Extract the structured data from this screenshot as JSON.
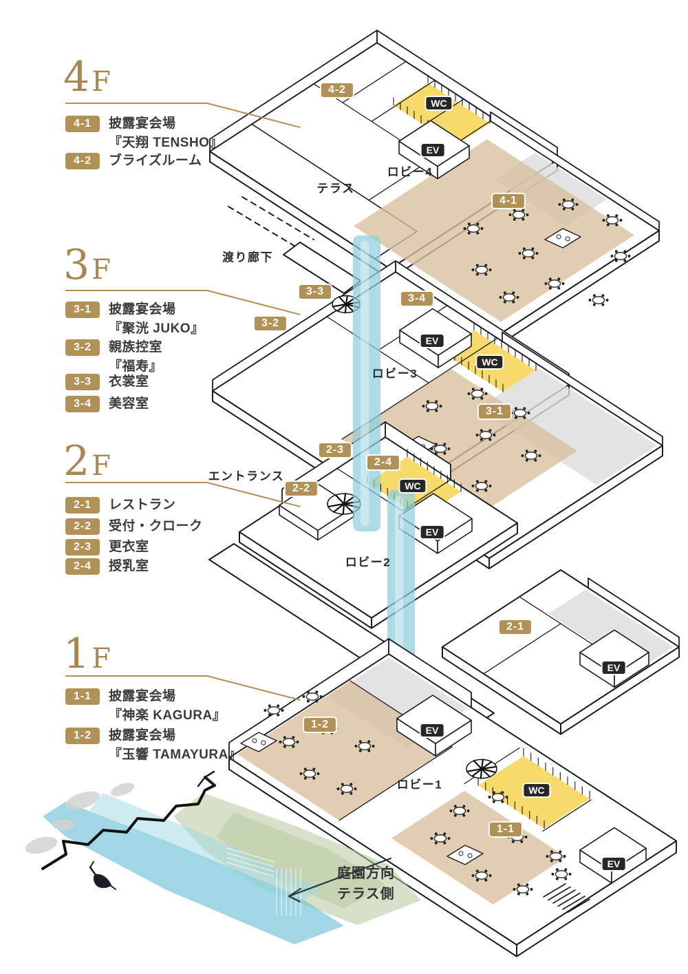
{
  "palette": {
    "accent_gold": "#b29156",
    "rule_gold": "#b78f55",
    "badge_dark": "#272727",
    "floor_heading": "#a8864e",
    "wash_tan": "#d8bf9b",
    "wash_yellow": "#f5d65a",
    "wash_gray": "#dcdcdc",
    "water_teal": "#8ccfdd",
    "garden_green": "#b6c79c"
  },
  "legend": {
    "floors": [
      {
        "id": "4f",
        "label_num": "4",
        "label_suffix": "F",
        "items": [
          {
            "code": "4-1",
            "lines": [
              "披露宴会場",
              "『天翔 TENSHO』"
            ]
          },
          {
            "code": "4-2",
            "lines": [
              "ブライズルーム"
            ]
          }
        ]
      },
      {
        "id": "3f",
        "label_num": "3",
        "label_suffix": "F",
        "items": [
          {
            "code": "3-1",
            "lines": [
              "披露宴会場",
              "『聚洸 JUKO』"
            ]
          },
          {
            "code": "3-2",
            "lines": [
              "親族控室",
              "『福寿』"
            ]
          },
          {
            "code": "3-3",
            "lines": [
              "衣裳室"
            ]
          },
          {
            "code": "3-4",
            "lines": [
              "美容室"
            ]
          }
        ]
      },
      {
        "id": "2f",
        "label_num": "2",
        "label_suffix": "F",
        "items": [
          {
            "code": "2-1",
            "lines": [
              "レストラン"
            ]
          },
          {
            "code": "2-2",
            "lines": [
              "受付・クローク"
            ]
          },
          {
            "code": "2-3",
            "lines": [
              "更衣室"
            ]
          },
          {
            "code": "2-4",
            "lines": [
              "授乳室"
            ]
          }
        ]
      },
      {
        "id": "1f",
        "label_num": "1",
        "label_suffix": "F",
        "items": [
          {
            "code": "1-1",
            "lines": [
              "披露宴会場",
              "『神楽 KAGURA』"
            ]
          },
          {
            "code": "1-2",
            "lines": [
              "披露宴会場",
              "『玉響 TAMAYURA』"
            ]
          }
        ]
      }
    ]
  },
  "plan": {
    "rooms": [
      "4-2",
      "4-1",
      "3-3",
      "3-4",
      "3-2",
      "3-1",
      "2-3",
      "2-4",
      "2-2",
      "2-1",
      "1-2",
      "1-1"
    ],
    "wc": "WC",
    "ev": "EV",
    "labels": {
      "terrace": "テラス",
      "lobby4": "ロビー4",
      "bridge": "渡り廊下",
      "lobby3": "ロビー3",
      "entrance": "エントランス",
      "lobby2": "ロビー2",
      "lobby1": "ロビー1",
      "garden1": "庭園方向",
      "garden2": "テラス側"
    }
  }
}
